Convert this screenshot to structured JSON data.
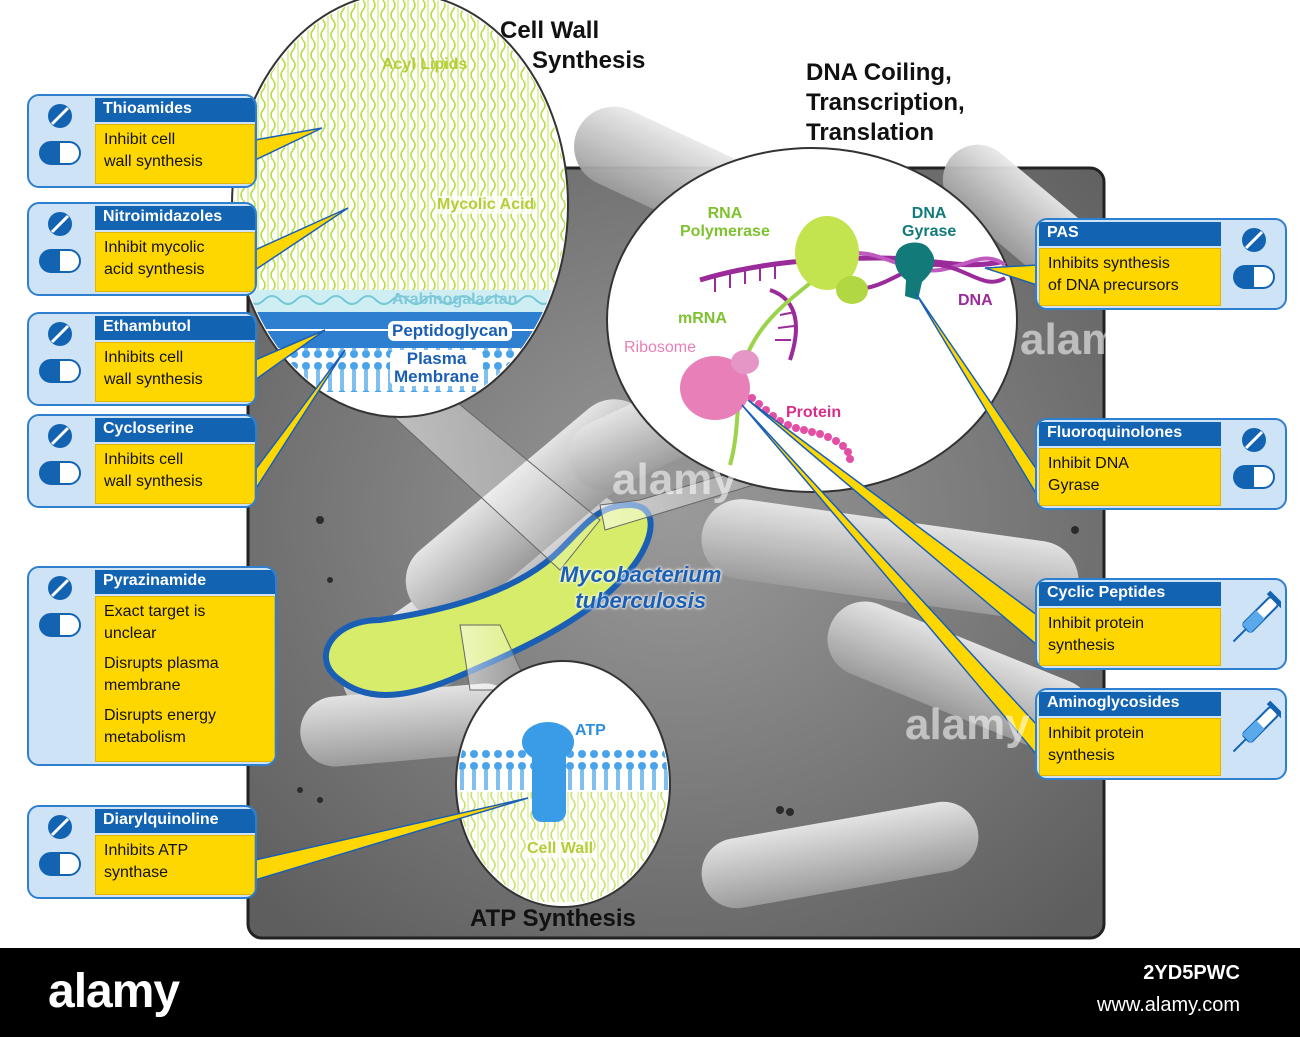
{
  "headings": {
    "cell_wall": [
      "Cell Wall",
      "Synthesis"
    ],
    "dna": [
      "DNA Coiling,",
      "Transcription,",
      "Translation"
    ],
    "atp": "ATP Synthesis"
  },
  "organism_label": [
    "Mycobacterium",
    "tuberculosis"
  ],
  "cell_wall_layers": {
    "acyl_lipids": "Acyl Lipids",
    "mycolic_acid": "Mycolic Acid",
    "arabinogalactan": "Arabinogalactan",
    "peptidoglycan": "Peptidoglycan",
    "plasma_membrane": [
      "Plasma",
      "Membrane"
    ]
  },
  "dna_labels": {
    "rna_polymerase": [
      "RNA",
      "Polymerase"
    ],
    "dna_gyrase": [
      "DNA",
      "Gyrase"
    ],
    "dna": "DNA",
    "mrna": "mRNA",
    "ribosome": "Ribosome",
    "protein": "Protein"
  },
  "atp_labels": {
    "atp": "ATP",
    "cell_wall": "Cell Wall"
  },
  "drugs_left": [
    {
      "name": "Thioamides",
      "lines": [
        "Inhibit cell",
        "wall synthesis"
      ],
      "icon": "pill-icon"
    },
    {
      "name": "Nitroimidazoles",
      "lines": [
        "Inhibit mycolic",
        "acid synthesis"
      ],
      "icon": "pill-icon"
    },
    {
      "name": "Ethambutol",
      "lines": [
        "Inhibits cell",
        "wall synthesis"
      ],
      "icon": "pill-icon"
    },
    {
      "name": "Cycloserine",
      "lines": [
        "Inhibits cell",
        "wall synthesis"
      ],
      "icon": "pill-icon"
    },
    {
      "name": "Pyrazinamide",
      "lines": [
        "Exact target is",
        "unclear",
        "Disrupts plasma",
        "membrane",
        "Disrupts energy",
        "metabolism"
      ],
      "icon": "pill-icon"
    },
    {
      "name": "Diarylquinoline",
      "lines": [
        "Inhibits ATP",
        "synthase"
      ],
      "icon": "pill-icon"
    }
  ],
  "drugs_right": [
    {
      "name": "PAS",
      "lines": [
        "Inhibits synthesis",
        "of DNA precursors"
      ],
      "icon": "pill-icon"
    },
    {
      "name": "Fluoroquinolones",
      "lines": [
        "Inhibit DNA",
        "Gyrase"
      ],
      "icon": "pill-icon"
    },
    {
      "name": "Cyclic Peptides",
      "lines": [
        "Inhibit protein",
        "synthesis"
      ],
      "icon": "syringe-icon"
    },
    {
      "name": "Aminoglycosides",
      "lines": [
        "Inhibit protein",
        "synthesis"
      ],
      "icon": "syringe-icon"
    }
  ],
  "footer": {
    "wordmark": "alamy",
    "code": "2YD5PWC",
    "url": "www.alamy.com"
  },
  "watermark": "alamy",
  "colors": {
    "card_header": "#1363b3",
    "card_body": "#ffd700",
    "card_frame": "#cfe3f6",
    "bacterium": "#d6ec6a",
    "bacterium_outline": "#1a5fb4",
    "dna_strand": "#9b2a9b",
    "rna_polymerase": "#b8e04a",
    "ribosome": "#e87fb8",
    "gyrase": "#137a7a"
  }
}
